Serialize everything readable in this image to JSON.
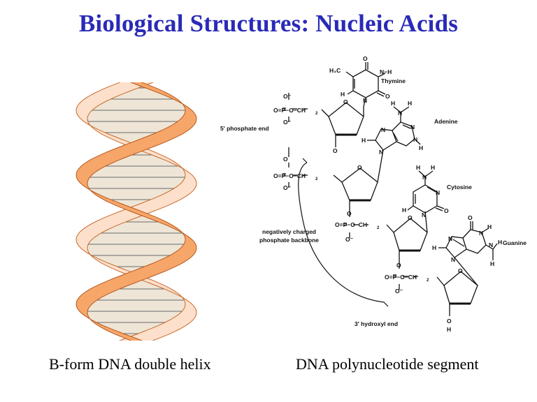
{
  "title": "Biological Structures: Nucleic Acids",
  "colors": {
    "title": "#2a2ab8",
    "strand": "#f7a66a",
    "strand_dark": "#e8883f",
    "inner": "#fde0cc",
    "base_fill": "#eee5d6"
  },
  "captions": {
    "left": "B-form DNA double helix",
    "right": "DNA polynucleotide segment"
  },
  "diagram": {
    "bases": [
      "Thymine",
      "Adenine",
      "Cytosine",
      "Guanine"
    ],
    "labels": {
      "five_prime": "5' phosphate end",
      "backbone_line1": "negatively charged",
      "backbone_line2": "phosphate backbone",
      "three_prime": "3' hydroxyl end"
    }
  }
}
